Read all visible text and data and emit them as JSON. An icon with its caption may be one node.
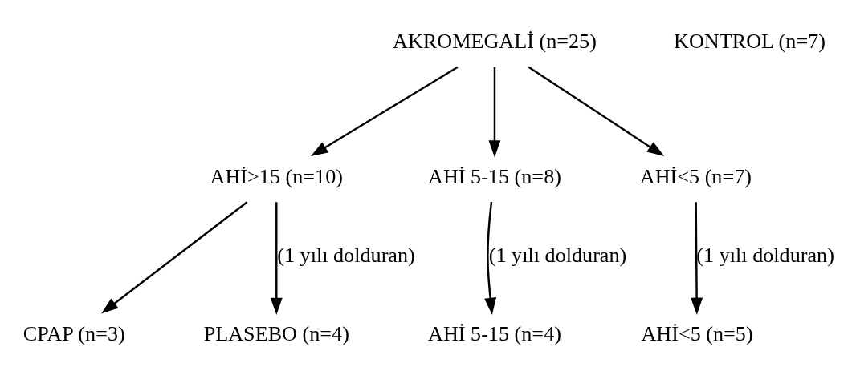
{
  "diagram": {
    "nodes": [
      {
        "text": [
          "AKROMEGALİ (n=25)"
        ]
      },
      {
        "text": [
          "KONTROL (n=7)"
        ]
      },
      {
        "text": [
          "AHİ>15 (n=10)"
        ]
      },
      {
        "text": [
          "AHİ 5-15 (n=8)"
        ]
      },
      {
        "text": [
          "AHİ<5 (n=7)"
        ]
      },
      {
        "text": [
          "CPAP (n=3)"
        ]
      },
      {
        "text": [
          "PLASEBO (n=4)"
        ]
      },
      {
        "text": [
          "AHİ 5-15 (n=4)"
        ]
      },
      {
        "text": [
          "AHİ<5 (n=5)"
        ]
      }
    ],
    "edges": [
      {
        "from": 0,
        "to": 2,
        "arrow": "to"
      },
      {
        "from": 0,
        "to": 3,
        "arrow": "to"
      },
      {
        "from": 0,
        "to": 4,
        "arrow": "to"
      },
      {
        "from": 2,
        "to": 5,
        "arrow": "to"
      },
      {
        "from": 2,
        "to": 6,
        "arrow": "to",
        "label": "(1 yılı dolduran)"
      },
      {
        "from": 3,
        "to": 7,
        "arrow": "to",
        "label": "(1 yılı dolduran)"
      },
      {
        "from": 4,
        "to": 8,
        "arrow": "to",
        "label": "(1 yılı dolduran)"
      }
    ]
  }
}
